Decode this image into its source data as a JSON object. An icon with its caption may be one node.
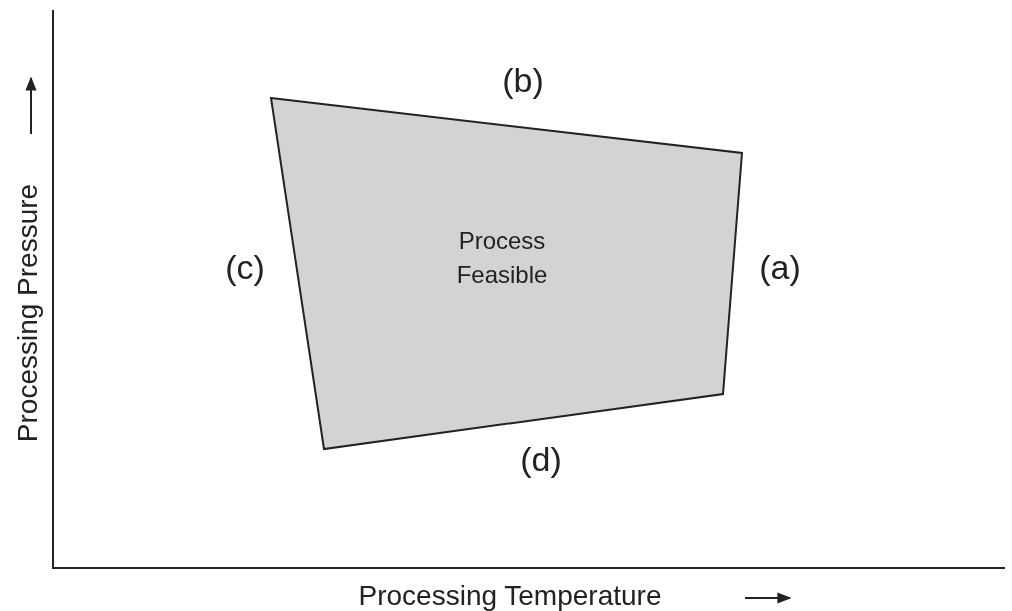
{
  "diagram": {
    "nodes": [
      {
        "text": [
          "Process Feasible"
        ]
      }
    ],
    "edges": [],
    "labels": [
      "(b)",
      "(c)",
      "(a)",
      "(d)",
      "Processing Pressure",
      "Processing Temperature"
    ]
  }
}
